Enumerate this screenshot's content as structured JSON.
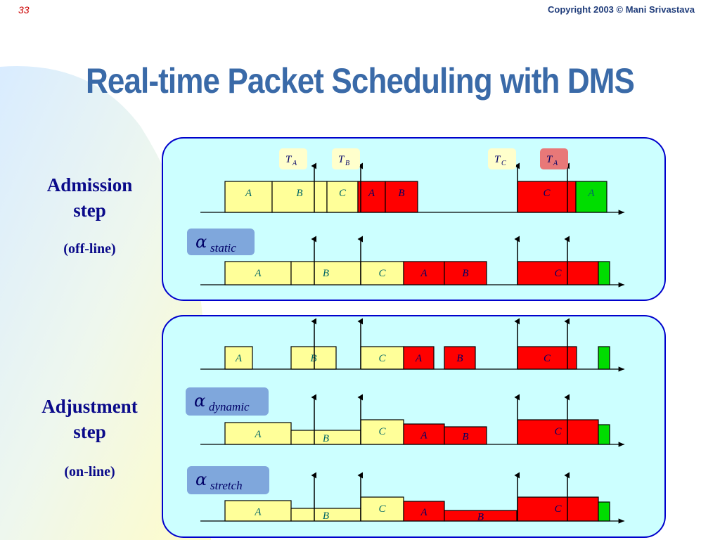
{
  "slide_number": "33",
  "copyright": "Copyright 2003 © Mani Srivastava",
  "title": "Real-time Packet Scheduling with DMS",
  "admission": {
    "line1": "Admission",
    "line2": "step",
    "note": "(off-line)"
  },
  "adjustment": {
    "line1": "Adjustment",
    "line2": "step",
    "note": "(on-line)"
  },
  "colors": {
    "yellow": "#ffff99",
    "red": "#ff0000",
    "green": "#00dd00",
    "panel": "#ccffff",
    "panel_border": "#0000cc",
    "badge": "#ffffcc",
    "badge_red": "#e87878",
    "alpha_badge": "#7fa7dc"
  },
  "deadline_badges": [
    {
      "letter": "T",
      "sub": "A",
      "style": "light"
    },
    {
      "letter": "T",
      "sub": "B",
      "style": "light"
    },
    {
      "letter": "T",
      "sub": "C",
      "style": "light"
    },
    {
      "letter": "T",
      "sub": "A",
      "style": "red"
    }
  ],
  "alpha_labels": [
    {
      "symbol": "α",
      "sub": "static"
    },
    {
      "symbol": "α",
      "sub": "dynamic"
    },
    {
      "symbol": "α",
      "sub": "stretch"
    }
  ],
  "rows": [
    {
      "packets": [
        {
          "label": "A",
          "color": "yellow"
        },
        {
          "label": "B",
          "color": "yellow"
        },
        {
          "label": "C",
          "color": "yellow"
        },
        {
          "label": "A",
          "color": "red"
        },
        {
          "label": "B",
          "color": "red"
        },
        {
          "label": "C",
          "color": "red"
        },
        {
          "label": "A",
          "color": "green"
        }
      ]
    },
    {
      "packets": [
        {
          "label": "A",
          "color": "yellow"
        },
        {
          "label": "B",
          "color": "yellow"
        },
        {
          "label": "C",
          "color": "yellow"
        },
        {
          "label": "A",
          "color": "red"
        },
        {
          "label": "B",
          "color": "red"
        },
        {
          "label": "C",
          "color": "red"
        },
        {
          "label": "",
          "color": "green"
        }
      ]
    },
    {
      "packets": [
        {
          "label": "A",
          "color": "yellow"
        },
        {
          "label": "B",
          "color": "yellow"
        },
        {
          "label": "C",
          "color": "yellow"
        },
        {
          "label": "A",
          "color": "red"
        },
        {
          "label": "B",
          "color": "red"
        },
        {
          "label": "C",
          "color": "red"
        },
        {
          "label": "",
          "color": "green"
        }
      ]
    },
    {
      "packets": [
        {
          "label": "A",
          "color": "yellow"
        },
        {
          "label": "B",
          "color": "yellow"
        },
        {
          "label": "C",
          "color": "yellow"
        },
        {
          "label": "A",
          "color": "red"
        },
        {
          "label": "B",
          "color": "red"
        },
        {
          "label": "C",
          "color": "red"
        },
        {
          "label": "",
          "color": "green"
        }
      ]
    },
    {
      "packets": [
        {
          "label": "A",
          "color": "yellow"
        },
        {
          "label": "B",
          "color": "yellow"
        },
        {
          "label": "C",
          "color": "yellow"
        },
        {
          "label": "A",
          "color": "red"
        },
        {
          "label": "B",
          "color": "red"
        },
        {
          "label": "C",
          "color": "red"
        },
        {
          "label": "",
          "color": "green"
        }
      ]
    }
  ]
}
